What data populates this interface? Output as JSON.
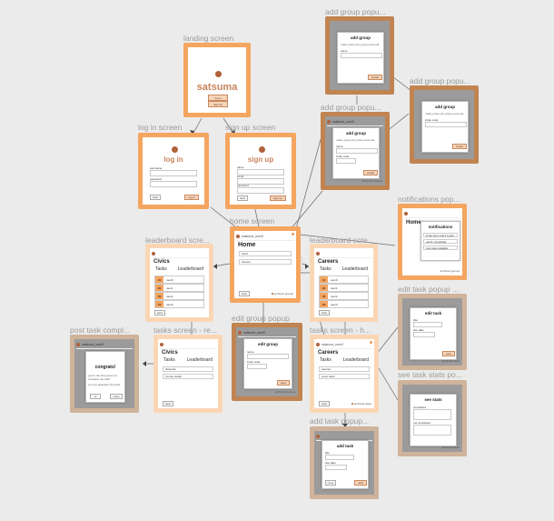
{
  "labels": {
    "landing": "landing screen",
    "login": "log in screen",
    "signup": "sign up screen",
    "home": "home screen",
    "leaderboard_left": "leaderboard scre...",
    "leaderboard_right": "leaderboard scre...",
    "add_group_1": "add group popu...",
    "add_group_2": "add group popu...",
    "add_group_3": "add group popu...",
    "notifications": "notifications pop...",
    "edit_task": "edit task popup ...",
    "see_stats": "see task stats po...",
    "add_task": "add task popup...",
    "post_task": "post task compl...",
    "tasks_left": "tasks screen - re...",
    "edit_group": "edit group popup",
    "tasks_right": "tasks screen - h..."
  },
  "landing": {
    "brand": "satsuma",
    "login_btn": "log in",
    "signup_btn": "sign up"
  },
  "login": {
    "title": "log in",
    "username": "username",
    "password": "password",
    "back": "back",
    "submit": "log in"
  },
  "signup": {
    "title": "sign up",
    "name": "name",
    "email": "email",
    "password": "password",
    "back": "back",
    "submit": "sign up"
  },
  "header": {
    "user": "satsuma_user0"
  },
  "home": {
    "title": "Home",
    "group1": "civics",
    "group2": "careers",
    "back": "back",
    "archived": "archived groups"
  },
  "leaderboard": {
    "left_title": "Civics",
    "right_title": "Careers",
    "tab_tasks": "Tasks",
    "tab_leaderboard": "Leaderboard",
    "rows": [
      {
        "rank": "#1",
        "name": "user0"
      },
      {
        "rank": "#2",
        "name": "user1"
      },
      {
        "rank": "#3",
        "name": "user2"
      },
      {
        "rank": "#4",
        "name": "user3"
      }
    ],
    "back": "back"
  },
  "add_group": {
    "title": "add group",
    "options": "make group   join group   personal",
    "name": "name",
    "invite": "invite code",
    "create": "create",
    "archived": "archived classes",
    "back": "back"
  },
  "notifications": {
    "home": "Home",
    "title": "notifications",
    "items": [
      "invite from user1 to join",
      "user1 completed",
      "new task available"
    ],
    "archived": "archived groups"
  },
  "edit_task": {
    "title": "edit task",
    "name": "title",
    "due": "due date",
    "save": "save",
    "archived": "archived tasks"
  },
  "see_stats": {
    "title": "see stats",
    "completed": "completed",
    "incomplete": "not completed",
    "archived": "archived tasks"
  },
  "add_task": {
    "title": "add task",
    "name": "title",
    "due": "due date",
    "save": "add",
    "cancel": "close"
  },
  "post_task": {
    "title": "congrats!",
    "line1": "you're the first person to",
    "line2": "complete the task!",
    "line3": "you are awarded 10 points",
    "ok": "ok",
    "share": "share"
  },
  "tasks": {
    "left_title": "Civics",
    "right_title": "Careers",
    "items_left": [
      "dissertat",
      "course recital"
    ],
    "items_right": [
      "resume",
      "cover letter"
    ],
    "archived": "archived tasks",
    "back": "back"
  },
  "edit_group": {
    "title": "edit group",
    "name": "name",
    "invite": "invite code",
    "save": "save",
    "archived": "archived classes"
  },
  "colors": {
    "orange": "#f4a560",
    "peach": "#fbd6b5",
    "brown": "#c18350",
    "tan": "#cfb39b",
    "accent": "#c9835d"
  }
}
